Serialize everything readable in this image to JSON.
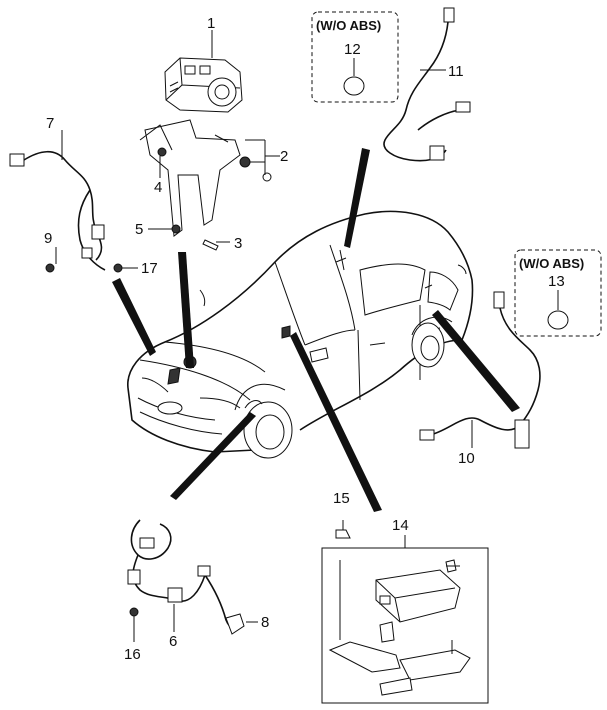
{
  "callouts": [
    "1",
    "2",
    "3",
    "4",
    "5",
    "6",
    "7",
    "8",
    "9",
    "10",
    "11",
    "12",
    "13",
    "14",
    "15",
    "16",
    "17"
  ],
  "boxes": {
    "left_note": "(W/O ABS)",
    "right_note": "(W/O ABS)"
  }
}
